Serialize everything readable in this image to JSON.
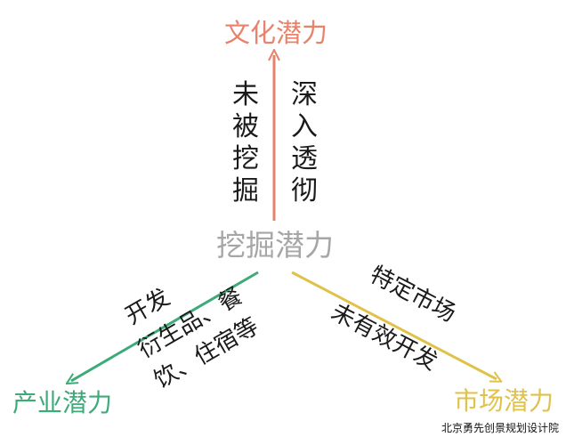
{
  "center": {
    "label": "挖掘潜力",
    "color": "#a6a6a6"
  },
  "top": {
    "label": "文化潜力",
    "color": "#e8826b",
    "left_note": [
      "未",
      "被",
      "挖",
      "掘"
    ],
    "right_note": [
      "深",
      "入",
      "透",
      "彻"
    ]
  },
  "left": {
    "label": "产业潜力",
    "color": "#3daa79",
    "note_line1": "开发",
    "note_line2": "衍生品、餐",
    "note_line3": "饮、住宿等"
  },
  "right": {
    "label": "市场潜力",
    "color": "#e0c24a",
    "note_line1": "特定市场",
    "note_line2": "未有效开发"
  },
  "watermark": "北京勇先创景规划设计院",
  "colors": {
    "text_dark": "#1a1a1a"
  }
}
